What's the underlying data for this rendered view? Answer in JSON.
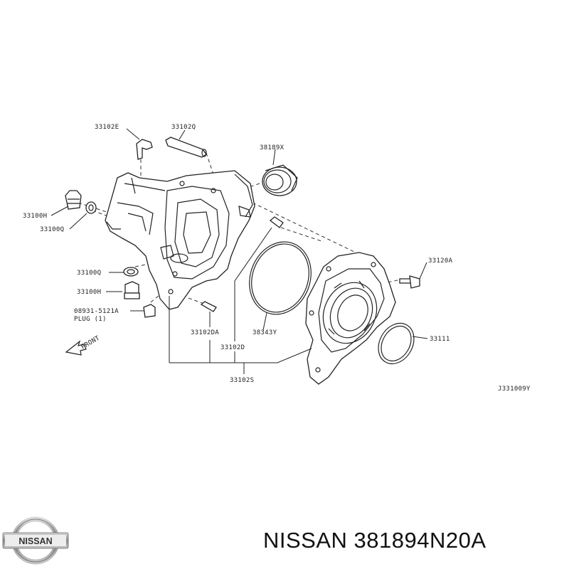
{
  "diagram": {
    "callouts": {
      "c33102E": "33102E",
      "c33102Q": "33102Q",
      "c38189X": "38189X",
      "c33100H_top": "33100H",
      "c33100Q_top": "33100Q",
      "c33120A": "33120A",
      "c33100Q_mid": "33100Q",
      "c33100H_mid": "33100H",
      "c08931": "08931-5121A",
      "plug": "PLUG (1)",
      "c33102DA": "33102DA",
      "c38343Y": "38343Y",
      "c33111": "33111",
      "c33102D": "33102D",
      "c33102S": "33102S",
      "front": "FRONT",
      "ref": "J331009Y"
    }
  },
  "logo": {
    "text": "NISSAN"
  },
  "caption": {
    "text": "NISSAN 381894N20A"
  }
}
